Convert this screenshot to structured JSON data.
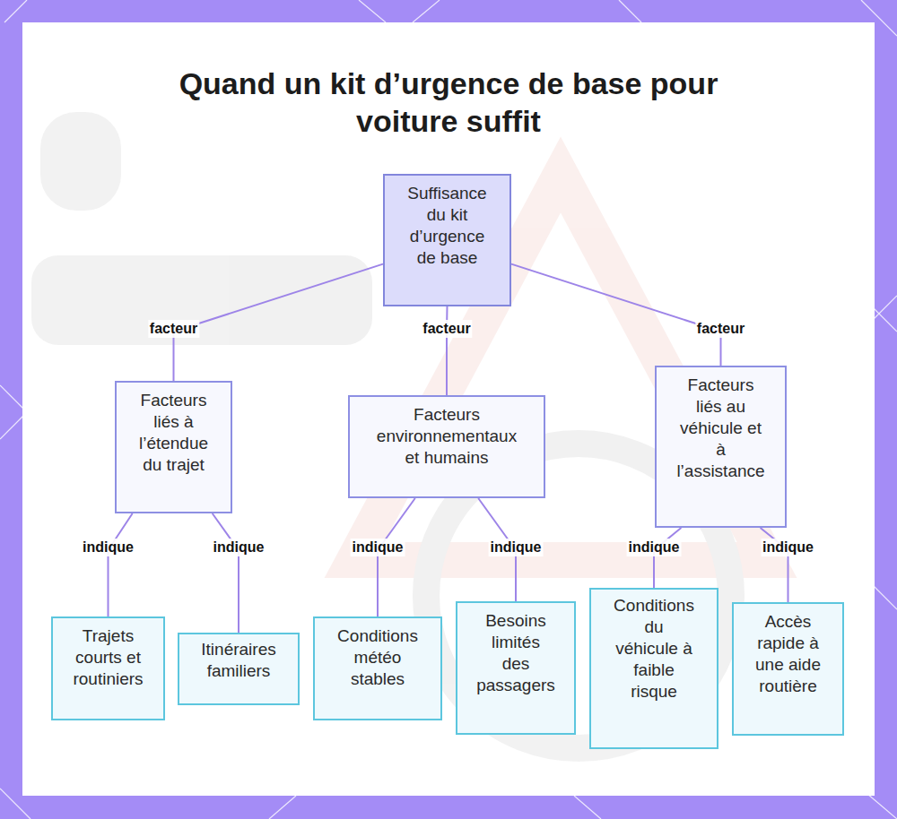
{
  "diagram": {
    "title": "Quand un kit d’urgence de base pour voiture suffit",
    "nodes": [
      {
        "text": [
          "Suffisance du kit d’urgence de base"
        ]
      },
      {
        "text": [
          "Facteurs liés à l’étendue du trajet"
        ]
      },
      {
        "text": [
          "Facteurs environnementaux et humains"
        ]
      },
      {
        "text": [
          "Facteurs liés au véhicule et à l’assistance"
        ]
      },
      {
        "text": [
          "Trajets courts et routiniers"
        ]
      },
      {
        "text": [
          "Itinéraires familiers"
        ]
      },
      {
        "text": [
          "Conditions météo stables"
        ]
      },
      {
        "text": [
          "Besoins limités des passagers"
        ]
      },
      {
        "text": [
          "Conditions du véhicule à faible risque"
        ]
      },
      {
        "text": [
          "Accès rapide à une aide routière"
        ]
      }
    ],
    "edges": [
      {
        "from": 0,
        "to": 1,
        "label": "facteur",
        "arrow": "none"
      },
      {
        "from": 0,
        "to": 2,
        "label": "facteur",
        "arrow": "none"
      },
      {
        "from": 0,
        "to": 3,
        "label": "facteur",
        "arrow": "none"
      },
      {
        "from": 1,
        "to": 4,
        "label": "indique",
        "arrow": "none"
      },
      {
        "from": 1,
        "to": 5,
        "label": "indique",
        "arrow": "none"
      },
      {
        "from": 2,
        "to": 6,
        "label": "indique",
        "arrow": "none"
      },
      {
        "from": 2,
        "to": 7,
        "label": "indique",
        "arrow": "none"
      },
      {
        "from": 3,
        "to": 8,
        "label": "indique",
        "arrow": "none"
      },
      {
        "from": 3,
        "to": 9,
        "label": "indique",
        "arrow": "none"
      }
    ]
  }
}
